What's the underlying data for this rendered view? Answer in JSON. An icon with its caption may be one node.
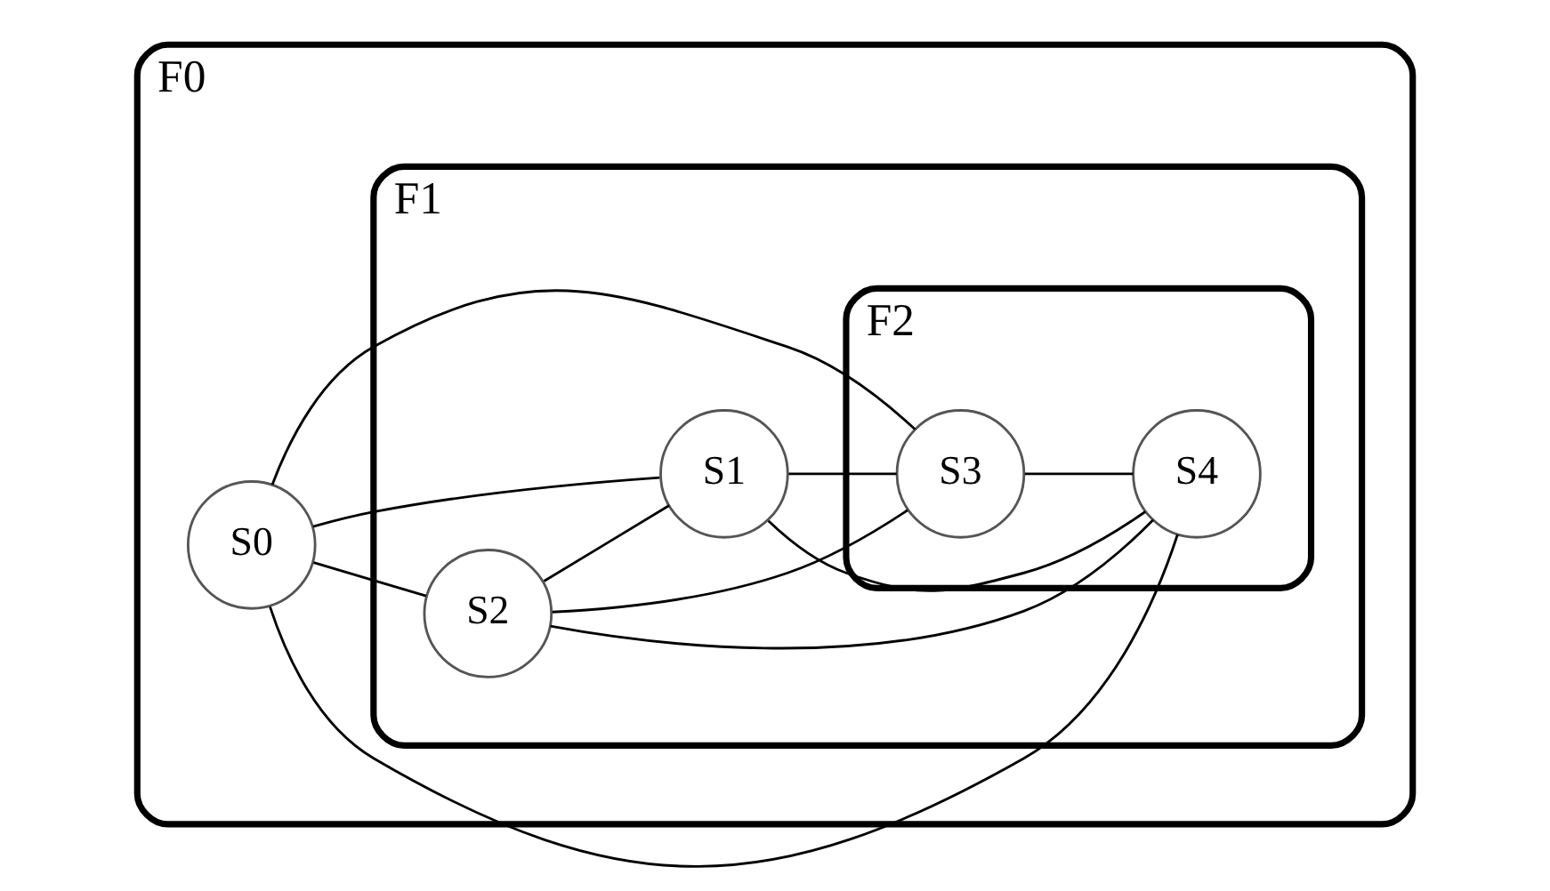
{
  "diagram": {
    "nodes": [
      {
        "text": [
          "F0"
        ]
      },
      {
        "text": [
          "F1"
        ],
        "in": 0
      },
      {
        "text": [
          "F2"
        ],
        "in": 1
      },
      {
        "text": [
          "S0"
        ],
        "in": 0
      },
      {
        "text": [
          "S1"
        ],
        "in": 1
      },
      {
        "text": [
          "S2"
        ],
        "in": 1
      },
      {
        "text": [
          "S3"
        ],
        "in": 2
      },
      {
        "text": [
          "S4"
        ],
        "in": 2
      }
    ],
    "edges": [
      {
        "from": 3,
        "to": 5,
        "arrow": "none"
      },
      {
        "from": 3,
        "to": 4,
        "arrow": "none"
      },
      {
        "from": 3,
        "to": 6,
        "arrow": "none"
      },
      {
        "from": 3,
        "to": 7,
        "arrow": "none"
      },
      {
        "from": 5,
        "to": 4,
        "arrow": "none"
      },
      {
        "from": 5,
        "to": 6,
        "arrow": "none"
      },
      {
        "from": 5,
        "to": 7,
        "arrow": "none"
      },
      {
        "from": 6,
        "to": 7,
        "arrow": "none"
      },
      {
        "from": 4,
        "to": 6,
        "arrow": "none"
      },
      {
        "from": 4,
        "to": 7,
        "arrow": "none"
      }
    ]
  }
}
